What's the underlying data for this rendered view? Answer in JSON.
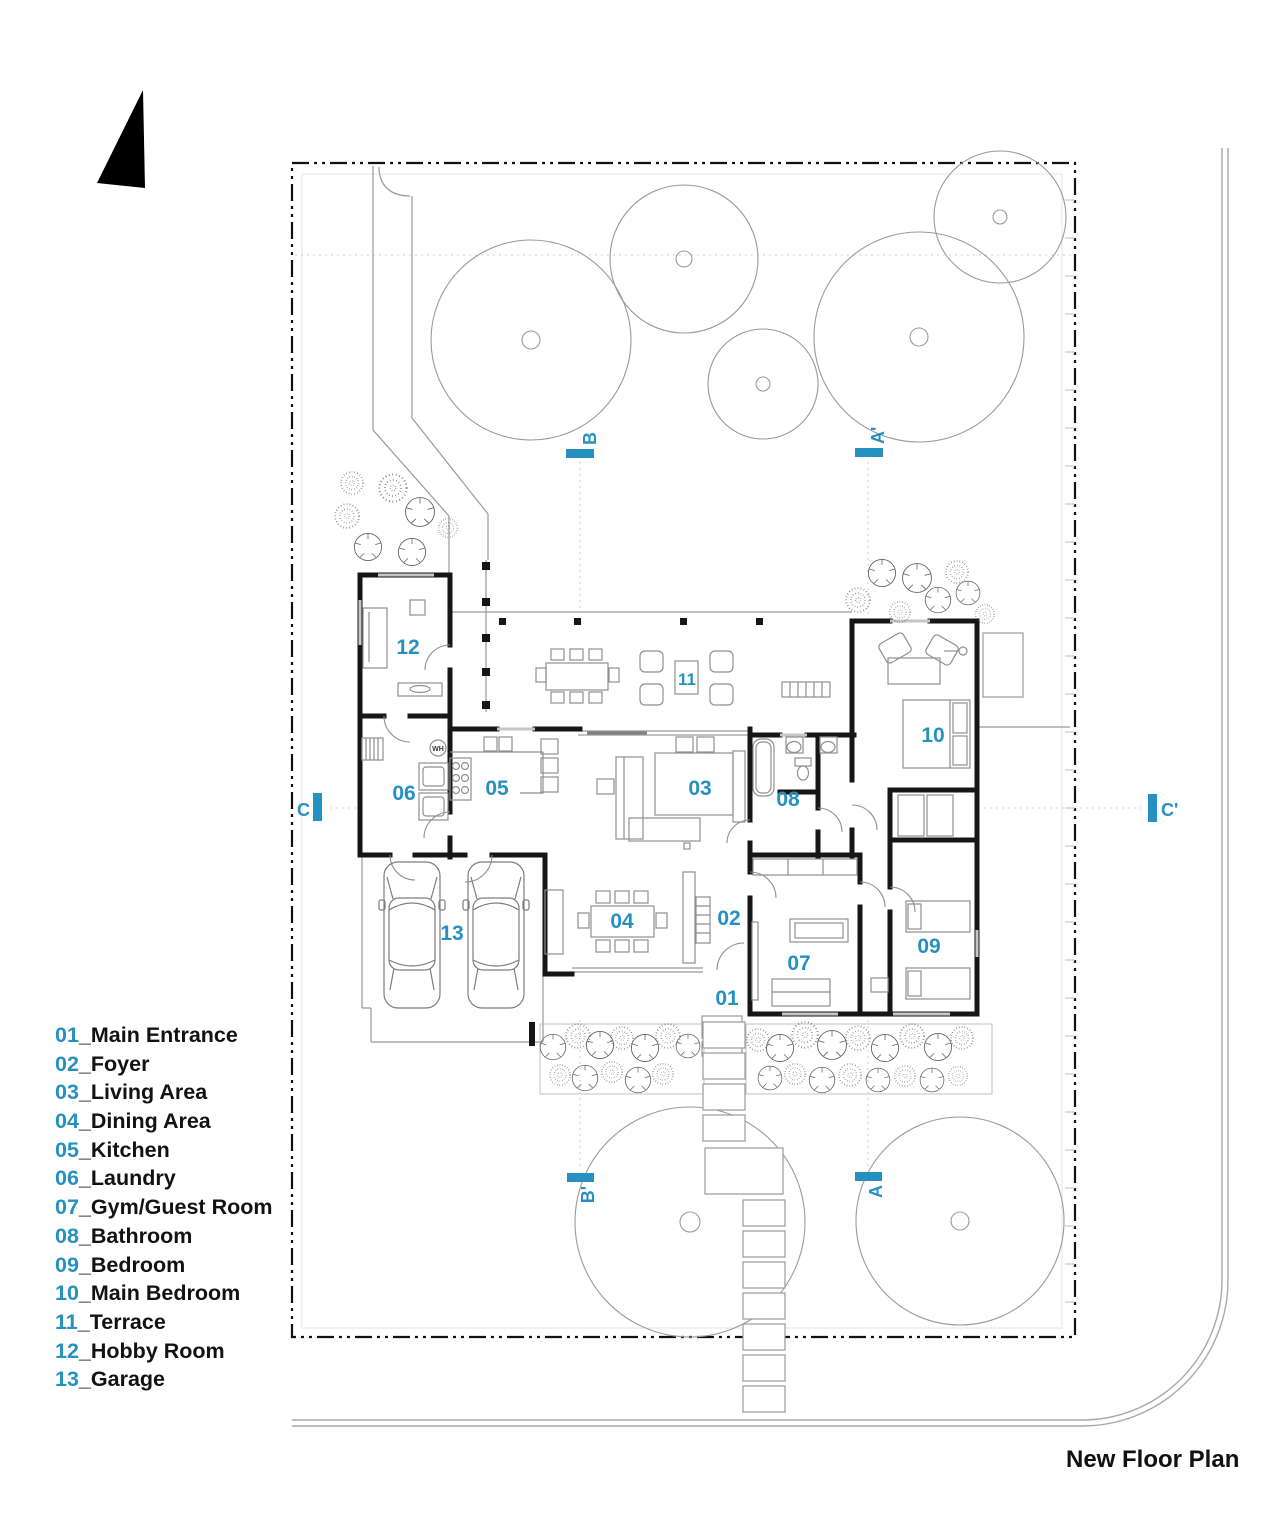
{
  "title": "New Floor Plan",
  "colors": {
    "accent": "#2691c1",
    "wall": "#161616",
    "line": "#9a9a9a"
  },
  "legend": {
    "items": [
      {
        "num": "01",
        "name": "Main Entrance"
      },
      {
        "num": "02",
        "name": "Foyer"
      },
      {
        "num": "03",
        "name": "Living Area"
      },
      {
        "num": "04",
        "name": "Dining Area"
      },
      {
        "num": "05",
        "name": "Kitchen"
      },
      {
        "num": "06",
        "name": "Laundry"
      },
      {
        "num": "07",
        "name": "Gym/Guest Room"
      },
      {
        "num": "08",
        "name": "Bathroom"
      },
      {
        "num": "09",
        "name": "Bedroom"
      },
      {
        "num": "10",
        "name": "Main Bedroom"
      },
      {
        "num": "11",
        "name": "Terrace"
      },
      {
        "num": "12",
        "name": "Hobby Room"
      },
      {
        "num": "13",
        "name": "Garage"
      }
    ]
  },
  "markers": {
    "section_b_top": "B",
    "section_a_top": "A'",
    "section_b_bottom": "B'",
    "section_a_bottom": "A",
    "section_c_left": "C",
    "section_c_right": "C'"
  },
  "plan": {
    "water_heater_label": "WH"
  }
}
